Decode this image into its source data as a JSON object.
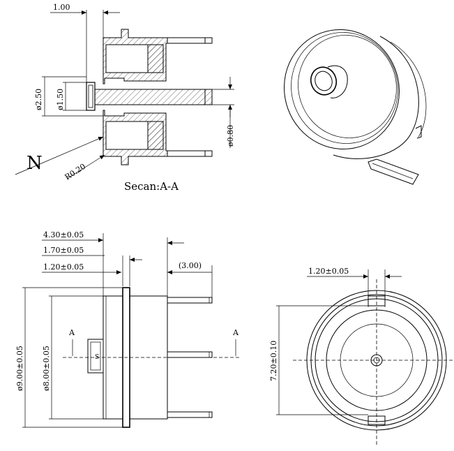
{
  "section_view": {
    "dim_top": "1.00",
    "dim_dia_outer": "ø2.50",
    "dim_dia_inner": "ø1.50",
    "dim_pin_dia": "ø0.80",
    "dim_radius": "R0.20",
    "orientation_mark": "N",
    "caption": "Secan:A-A"
  },
  "side_view": {
    "dim_430": "4.30±0.05",
    "dim_170": "1.70±0.05",
    "dim_120": "1.20±0.05",
    "dim_300": "(3.00)",
    "dim_dia9": "ø9.00±0.05",
    "dim_dia8": "ø8.00±0.05",
    "section_mark_left": "A",
    "section_mark_right": "A",
    "center_mark": "S"
  },
  "end_view": {
    "dim_120": "1.20±0.05",
    "dim_720": "7.20±0.10"
  }
}
